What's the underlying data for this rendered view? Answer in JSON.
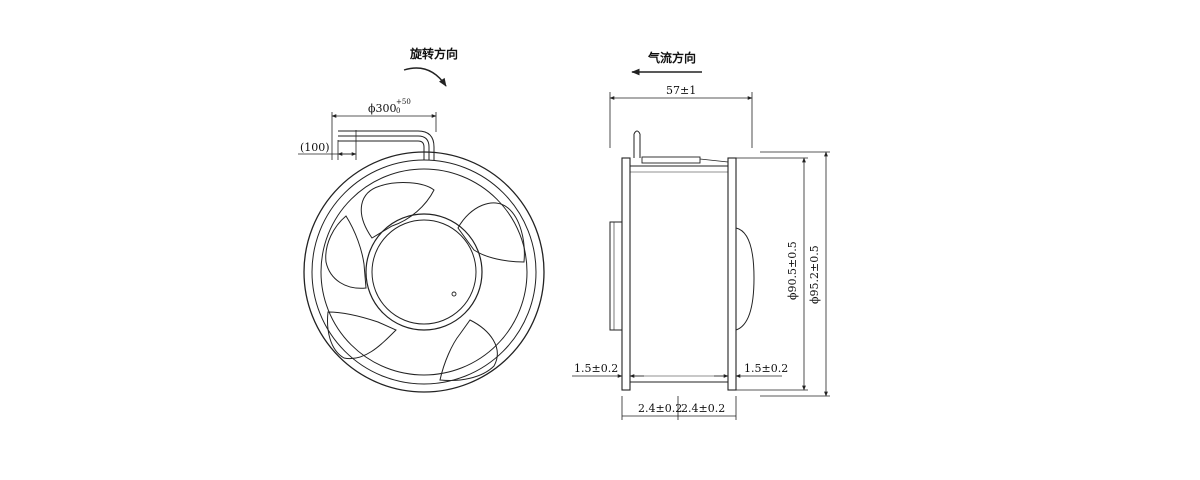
{
  "front_view": {
    "rotation_label": "旋转方向",
    "lead_length_label": "ϕ300",
    "lead_length_tol_upper": "+50",
    "lead_length_tol_lower": "0",
    "strip_length_label": "(100)"
  },
  "side_view": {
    "airflow_label": "气流方向",
    "depth_label": "57±1",
    "inner_diameter_label": "ϕ90.5±0.5",
    "outer_diameter_label": "ϕ95.2±0.5",
    "flange_left_label": "1.5±0.2",
    "flange_right_label": "1.5±0.2",
    "gap_left_label": "2.4±0.2",
    "gap_right_label": "2.4±0.2"
  }
}
